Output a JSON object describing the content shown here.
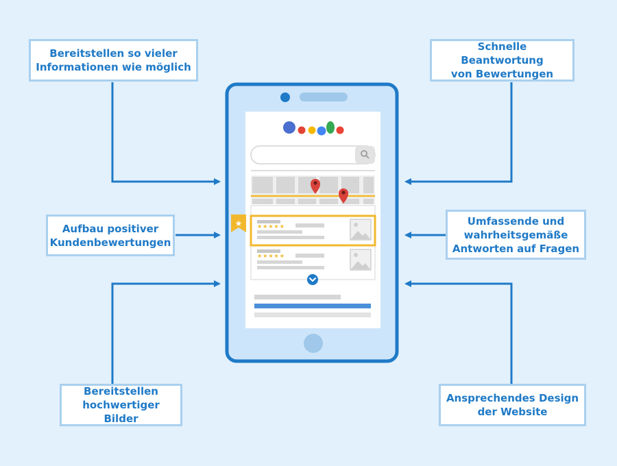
{
  "labels": {
    "top_left": "Bereitstellen so vieler\nInformationen wie möglich",
    "middle_left": "Aufbau positiver\nKundenbewertungen",
    "bottom_left": "Bereitstellen\nhochwertiger Bilder",
    "top_right": "Schnelle Beantwortung\nvon Bewertungen",
    "middle_right": "Umfassende und\nwahrheitsgemäße\nAntworten auf Fragen",
    "bottom_right": "Ansprechendes Design\nder Website"
  },
  "colors": {
    "background": "#e3f1fc",
    "accent_blue": "#1f7ac7",
    "box_border": "#a9d0ef",
    "phone_fill": "#cde5fa",
    "highlight": "#f2b82d",
    "map_pin": "#d9433b"
  },
  "phone": {
    "logo_dot_colors": [
      "#4a6fcf",
      "#e24335",
      "#f5b800",
      "#4285f4",
      "#34a853",
      "#ea4335"
    ],
    "icons": [
      "search-icon",
      "map-pin-icon",
      "map-pin-icon",
      "bookmark-star-icon",
      "star-icon",
      "image-icon",
      "chevron-down-icon",
      "home-button-icon"
    ],
    "result_ratings": [
      5,
      5
    ]
  }
}
